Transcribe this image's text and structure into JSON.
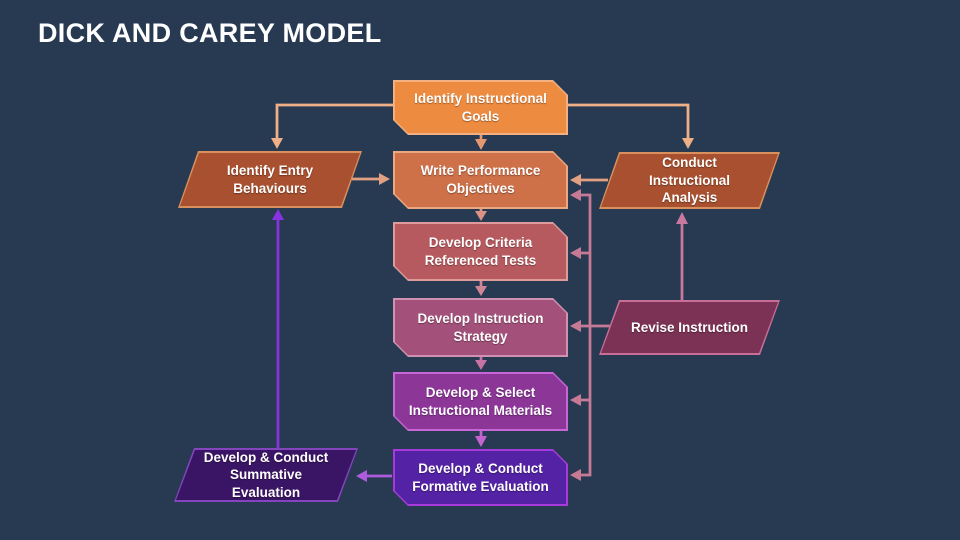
{
  "title": "DICK AND CAREY MODEL",
  "colors": {
    "background": "#273A52",
    "title_text": "#FFFFFF",
    "node_text": "#FFFFFF"
  },
  "nodes": [
    {
      "id": "identify-instructional-goals",
      "label": "Identify Instructional Goals",
      "shape": "snip-rect",
      "fill": "#ED8B40",
      "border": "#F3B183"
    },
    {
      "id": "write-performance-objectives",
      "label": "Write Performance Objectives",
      "shape": "snip-rect",
      "fill": "#CE7048",
      "border": "#ECA981"
    },
    {
      "id": "develop-criteria-referenced-tests",
      "label": "Develop Criteria Referenced Tests",
      "shape": "snip-rect",
      "fill": "#B75A5F",
      "border": "#DE9B9B"
    },
    {
      "id": "develop-instruction-strategy",
      "label": "Develop Instruction Strategy",
      "shape": "snip-rect",
      "fill": "#A3517A",
      "border": "#D092B3"
    },
    {
      "id": "develop-select-instructional-materials",
      "label": "Develop & Select Instructional Materials",
      "shape": "snip-rect",
      "fill": "#8C3698",
      "border": "#C767D7"
    },
    {
      "id": "develop-conduct-formative-evaluation",
      "label": "Develop & Conduct Formative Evaluation",
      "shape": "snip-rect",
      "fill": "#5322A5",
      "border": "#A73BDA"
    },
    {
      "id": "identify-entry-behaviours",
      "label": "Identify Entry Behaviours",
      "shape": "parallelogram",
      "fill": "#A8502F",
      "border": "#D8905C"
    },
    {
      "id": "conduct-instructional-analysis",
      "label": "Conduct Instructional Analysis",
      "shape": "parallelogram",
      "fill": "#A8502F",
      "border": "#D8905C"
    },
    {
      "id": "revise-instruction",
      "label": "Revise Instruction",
      "shape": "parallelogram",
      "fill": "#7C3254",
      "border": "#C76F98"
    },
    {
      "id": "develop-conduct-summative-evaluation",
      "label": "Develop & Conduct Summative Evaluation",
      "shape": "parallelogram",
      "fill": "#3B1565",
      "border": "#8444BE"
    }
  ],
  "arrows": {
    "goals_to_entry": "#EFAF87",
    "goals_to_analysis": "#EFAF87",
    "goals_to_objectives": "#E5986F",
    "entry_to_objectives": "#E2A083",
    "analysis_to_objectives": "#E2A083",
    "objectives_to_criteria": "#DB9184",
    "criteria_to_strategy": "#D08597",
    "strategy_to_materials": "#C973A4",
    "materials_to_formative": "#C465CF",
    "formative_to_summative": "#AE5BDD",
    "summative_to_entry": "#8833E0",
    "revise_feedback_spine": "#C77A96",
    "revise_to_analysis": "#C9789E"
  }
}
